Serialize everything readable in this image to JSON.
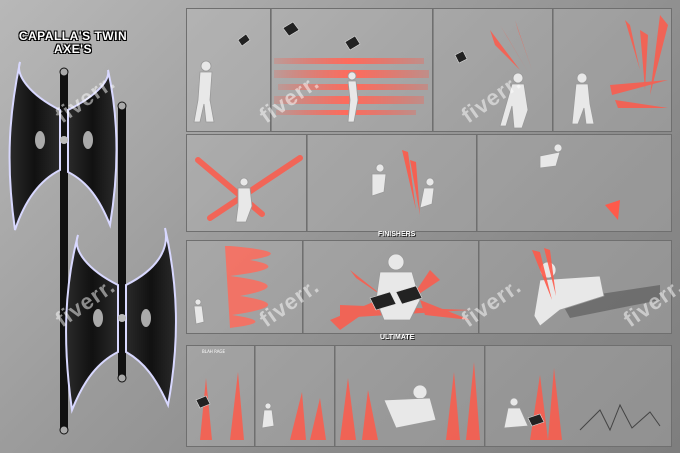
{
  "sheet": {
    "title": "CAPALLA'S TWIN AXE'S",
    "section_finishers": "FINISHERS",
    "section_ultimate": "ULTIMATE",
    "small_caption": "BLAH RAGE",
    "watermark": "fiverr."
  },
  "colors": {
    "background": "#9a9a9a",
    "axe_blade": "#1a1a1a",
    "axe_edge": "#d8d8ff",
    "slash": "#ff5a4a",
    "slash_glow": "#ffc4b8"
  }
}
